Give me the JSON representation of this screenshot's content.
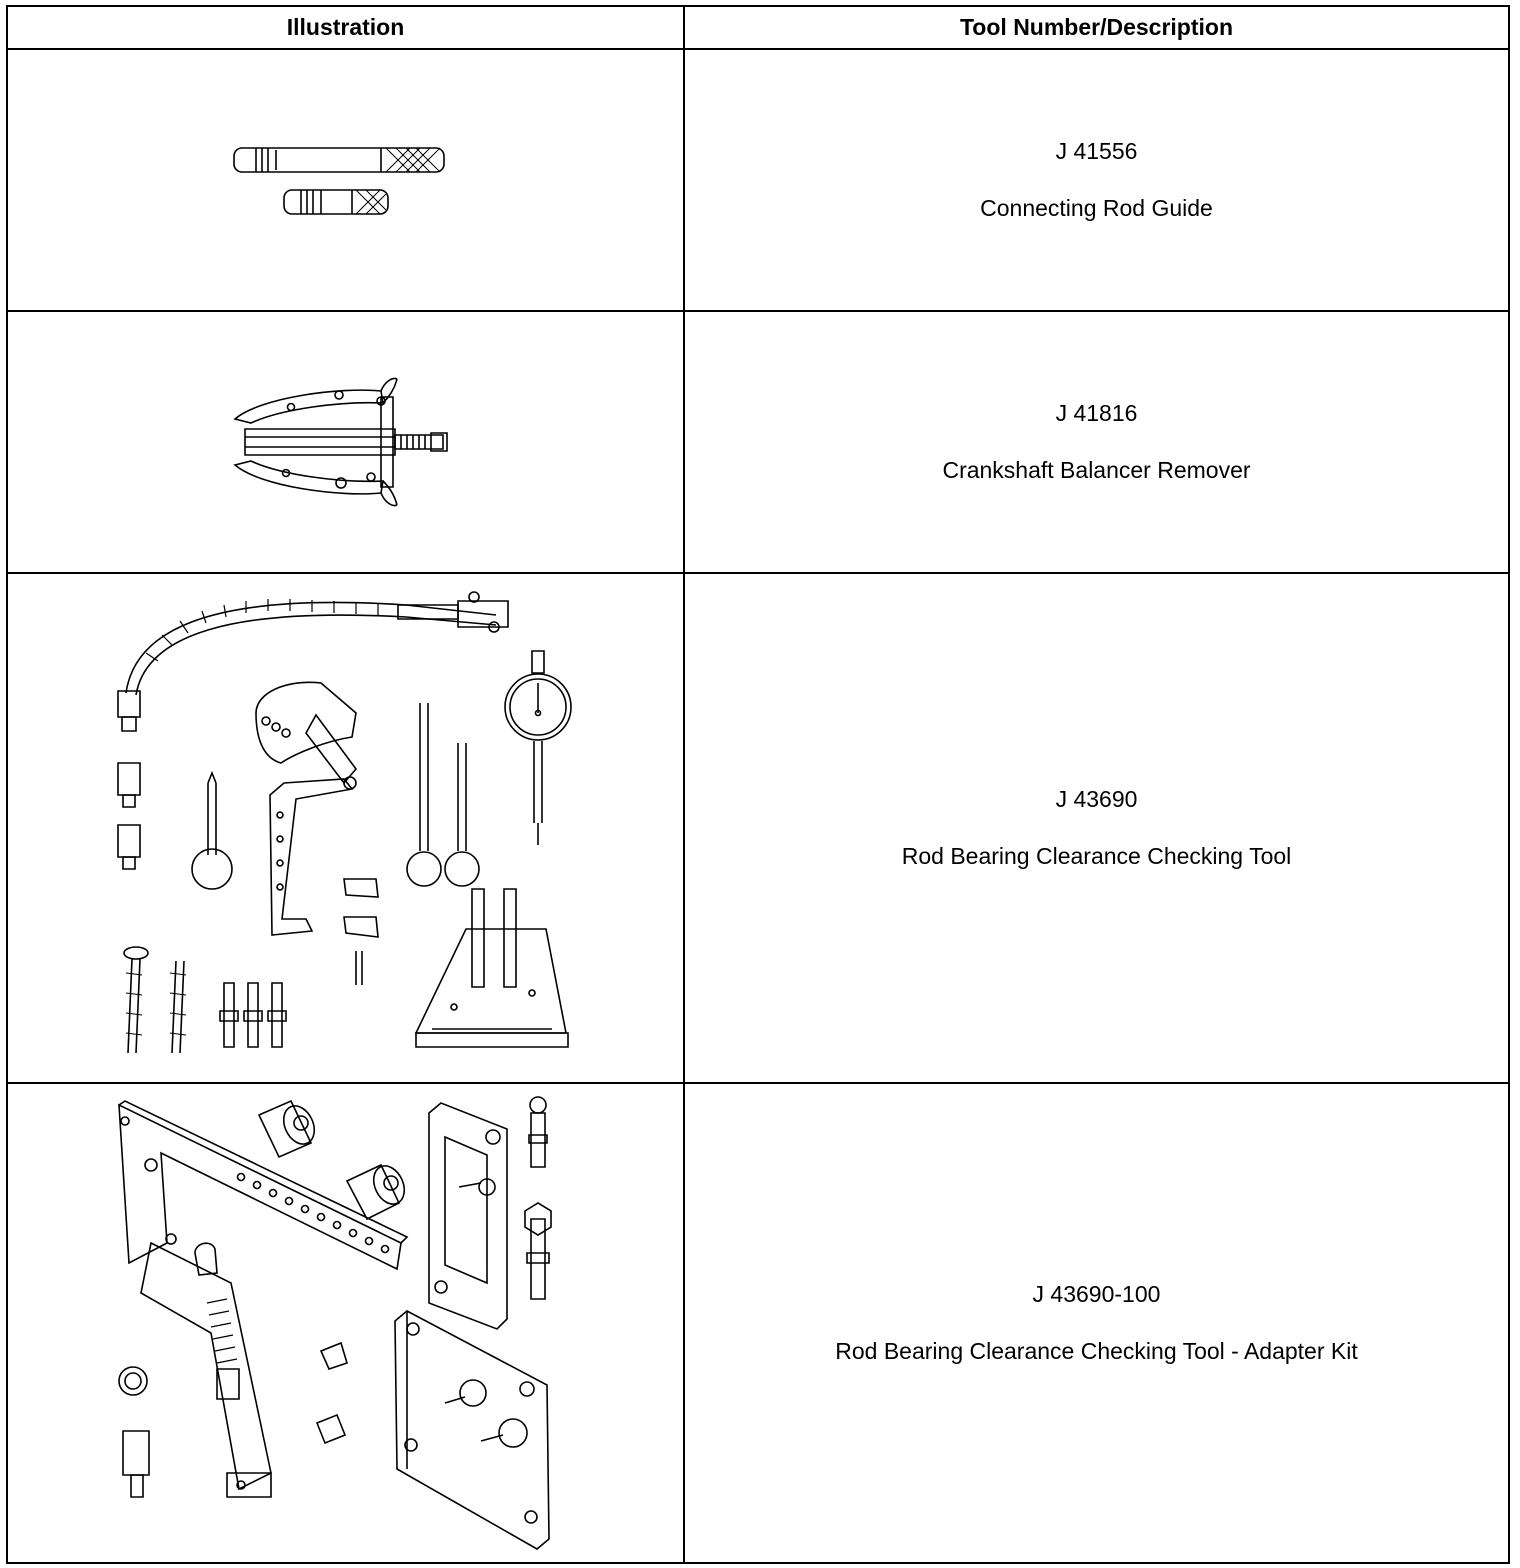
{
  "table": {
    "headers": {
      "illustration": "Illustration",
      "tool": "Tool Number/Description"
    },
    "rows": [
      {
        "number": "J 41556",
        "description": "Connecting Rod Guide",
        "icon": "connecting-rod-guide-illustration"
      },
      {
        "number": "J 41816",
        "description": "Crankshaft Balancer Remover",
        "icon": "crankshaft-balancer-remover-illustration"
      },
      {
        "number": "J 43690",
        "description": "Rod Bearing Clearance Checking Tool",
        "icon": "rod-bearing-clearance-checking-tool-illustration"
      },
      {
        "number": "J 43690-100",
        "description": "Rod Bearing Clearance Checking Tool - Adapter Kit",
        "icon": "adapter-kit-illustration"
      }
    ]
  },
  "colors": {
    "line": "#000000",
    "background": "#ffffff"
  }
}
